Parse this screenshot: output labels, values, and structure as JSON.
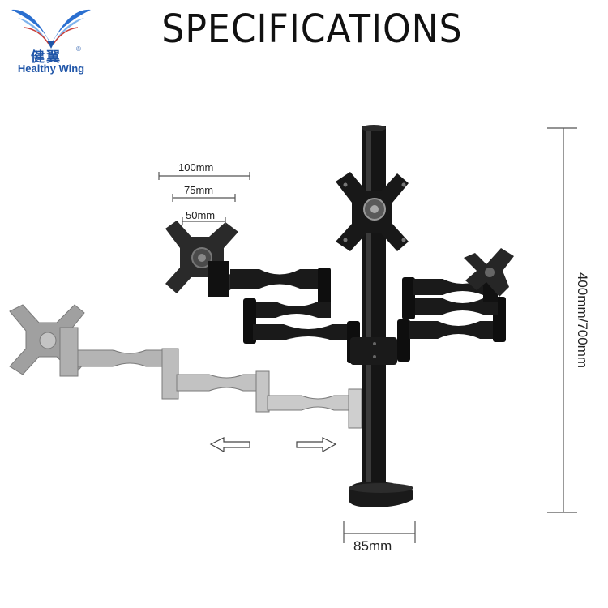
{
  "brand": {
    "chinese_name": "健翼",
    "registered_mark": "®",
    "english_name": "Healthy Wing",
    "color": "#1f55a8"
  },
  "title": "SPECIFICATIONS",
  "dimensions": {
    "vesa_100": "100mm",
    "vesa_75": "75mm",
    "vesa_50": "50mm",
    "base_diameter": "85mm",
    "pole_height": "400mm/700mm"
  },
  "colors": {
    "mount_black": "#111111",
    "ghost_gray": "#9a9a9a",
    "dimension_line": "#555555"
  }
}
